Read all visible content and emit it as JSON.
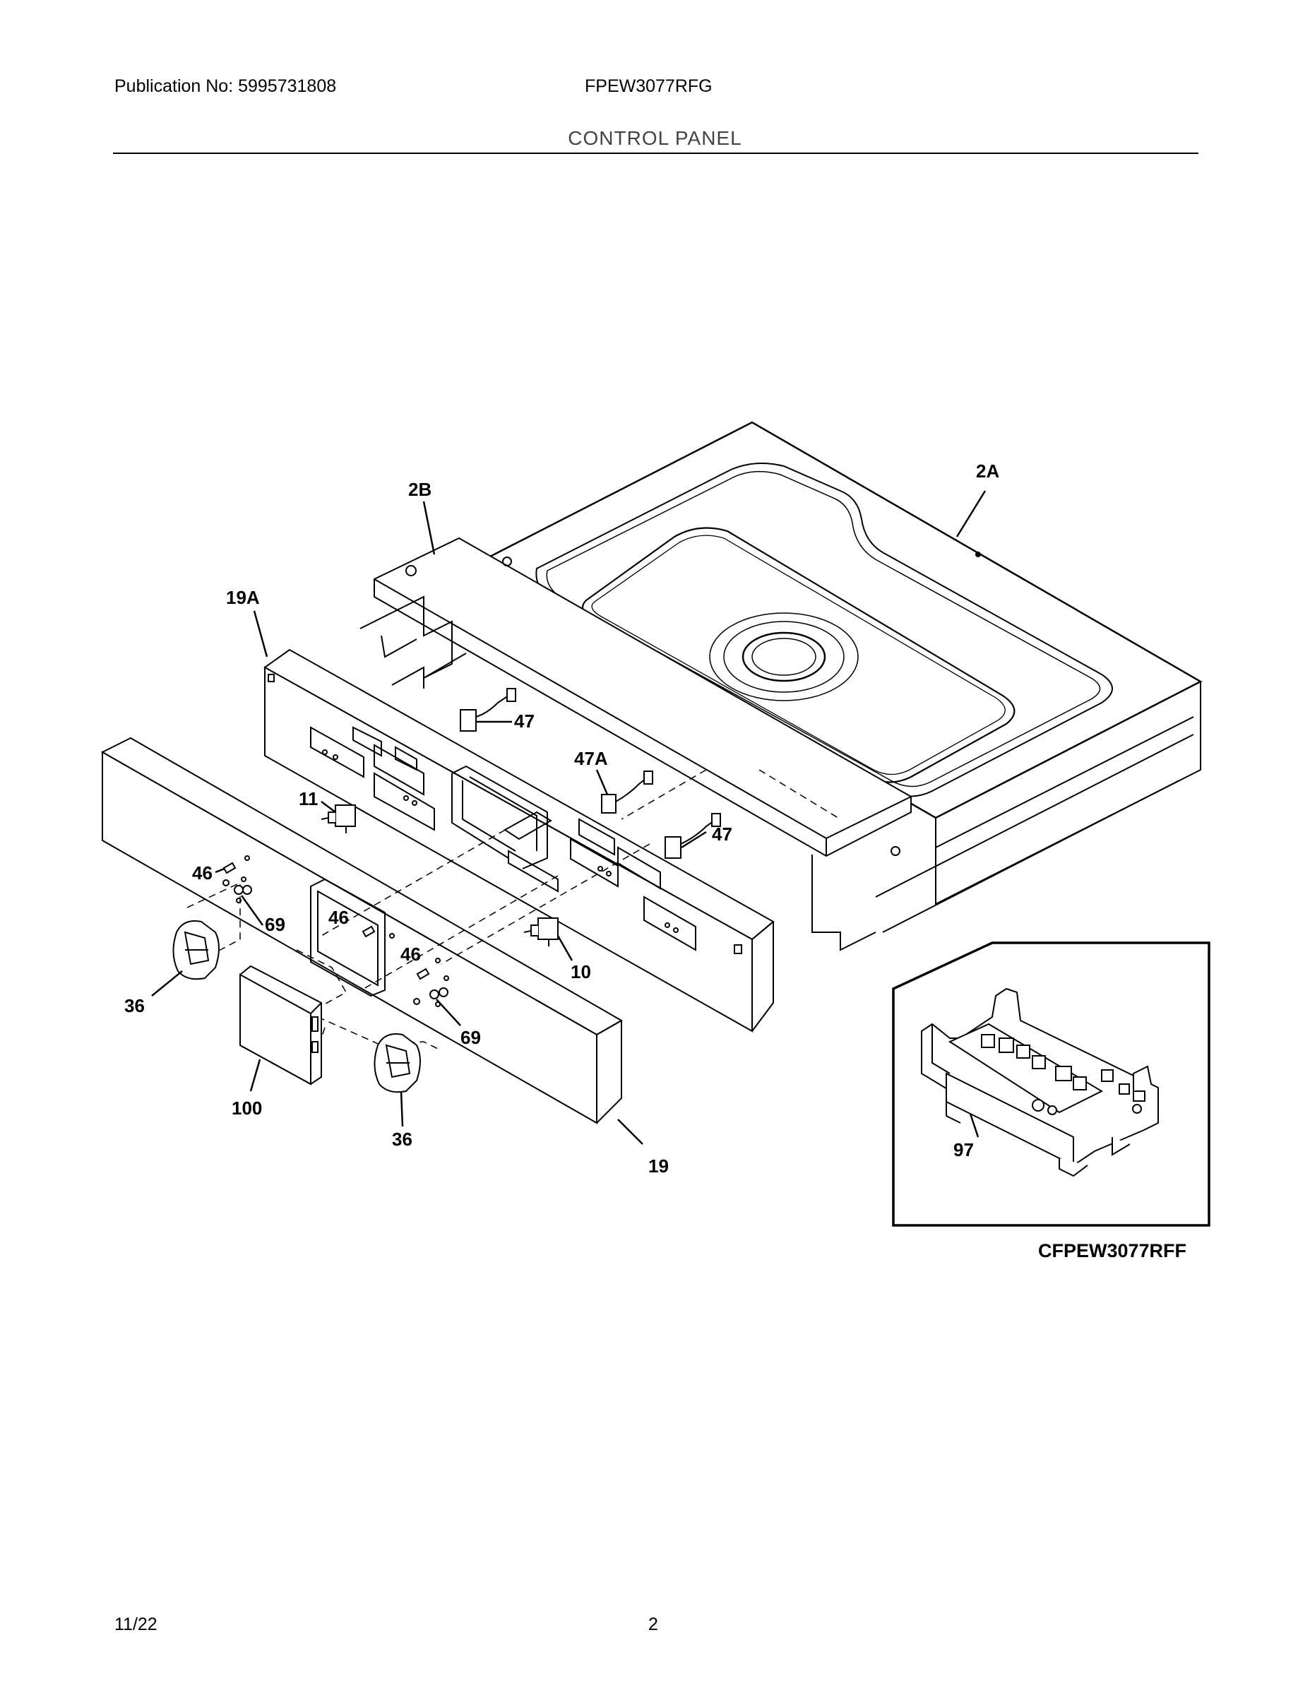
{
  "header": {
    "publication": "Publication No: 5995731808",
    "model": "FPEW3077RFG",
    "section": "CONTROL PANEL"
  },
  "diagram": {
    "callouts": [
      "2A",
      "2B",
      "19A",
      "47",
      "47A",
      "47",
      "11",
      "46",
      "69",
      "46",
      "46",
      "10",
      "69",
      "36",
      "100",
      "36",
      "19",
      "97"
    ],
    "inset_caption": "CFPEW3077RFF"
  },
  "footer": {
    "date": "11/22",
    "page": "2"
  }
}
